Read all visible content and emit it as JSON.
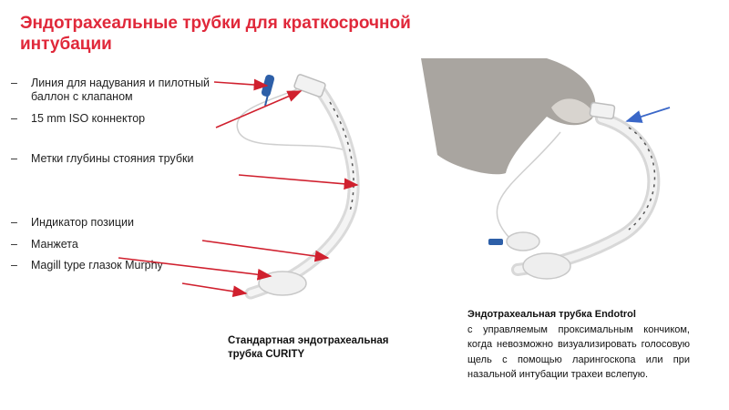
{
  "title": "Эндотрахеальные трубки для краткосрочной интубации",
  "bullets": [
    "Линия для надувания и пилотный баллон с клапаном",
    "15 mm ISO коннектор",
    "Метки глубины стояния трубки",
    "Индикатор позиции",
    "Манжета",
    "Magill type глазок Murphy"
  ],
  "bullet_marker": "–",
  "caption_left": "Стандартная эндотрахеальная трубка CURITY",
  "caption_right_title": "Эндотрахеальная трубка Endotrol",
  "caption_right_body": "с управляемым проксимальным кончиком, когда невозможно визуализировать голосовую щель с помощью ларингоскопа или при назальной интубации трахеи вслепую.",
  "colors": {
    "title": "#e0283a",
    "arrow_red": "#d0202e",
    "arrow_blue": "#3a67c8",
    "pilot_balloon": "#2d5fa8"
  }
}
